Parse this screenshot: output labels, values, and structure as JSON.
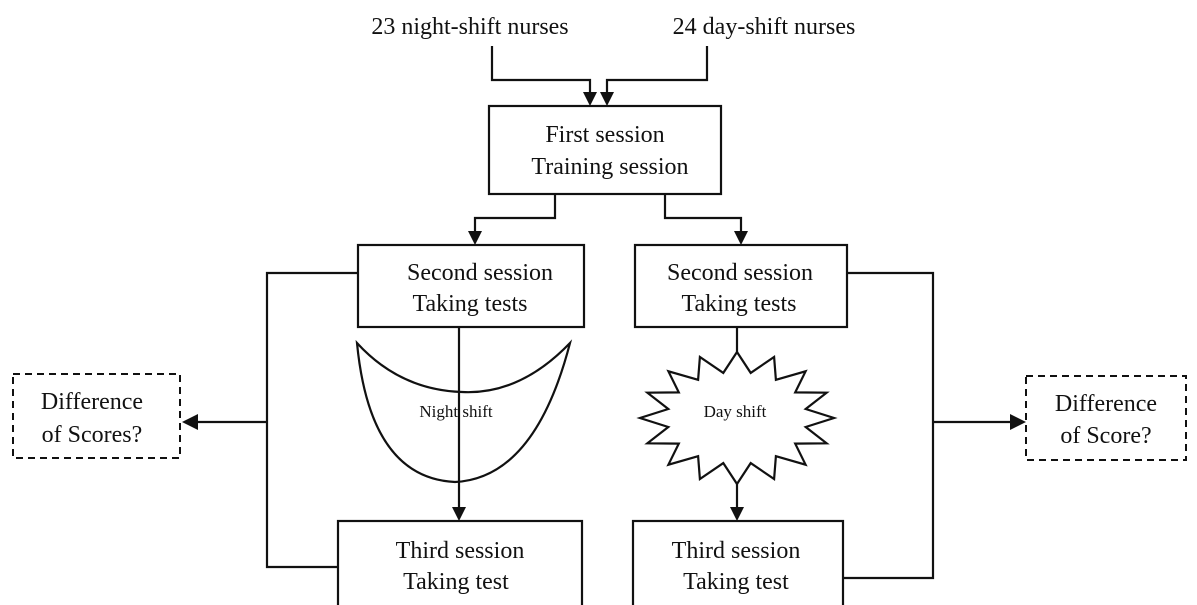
{
  "inputs": {
    "night_nurses": "23 night-shift nurses",
    "day_nurses": "24 day-shift nurses"
  },
  "first_session": {
    "line1": "First session",
    "line2": "Training session"
  },
  "second_session_left": {
    "line1": "Second session",
    "line2": "Taking tests"
  },
  "second_session_right": {
    "line1": "Second session",
    "line2": "Taking tests"
  },
  "night_shift_label": "Night shift",
  "day_shift_label": "Day shift",
  "third_session_left": {
    "line1": "Third session",
    "line2": "Taking test"
  },
  "third_session_right": {
    "line1": "Third session",
    "line2": "Taking test"
  },
  "outcome_left": {
    "line1": "Difference",
    "line2": "of Scores?"
  },
  "outcome_right": {
    "line1": "Difference",
    "line2": "of Score?"
  }
}
